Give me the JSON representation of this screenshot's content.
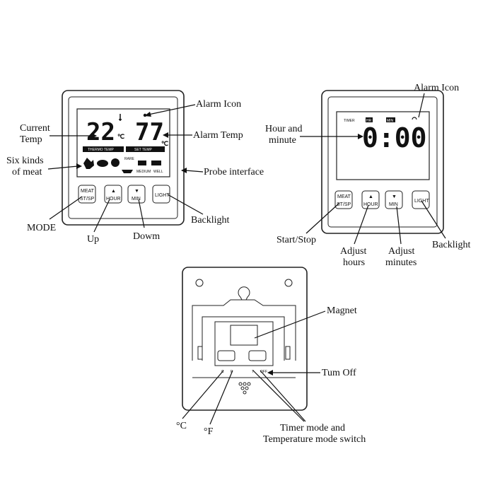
{
  "device1": {
    "lcd_current": "22",
    "lcd_alarm": "77",
    "unit": "℃",
    "bar_thermo": "THERMO TEMP",
    "bar_set": "SET TEMP",
    "small_marks": [
      "RARE",
      "MEDIUM",
      "WELL"
    ],
    "buttons": [
      {
        "top": "MEAT",
        "bottom": "ST/SP"
      },
      {
        "top": "▲",
        "bottom": "HOUR"
      },
      {
        "top": "▼",
        "bottom": "MIN"
      },
      {
        "top": "LIGHT",
        "bottom": ""
      }
    ],
    "labels": {
      "current_temp_1": "Current",
      "current_temp_2": "Temp",
      "alarm_icon": "Alarm  Icon",
      "alarm_temp": "Alarm Temp",
      "six_kinds_1": "Six kinds",
      "six_kinds_2": "of meat",
      "probe": "Probe interface",
      "mode": "MODE",
      "up": "Up",
      "down": "Dowm",
      "backlight": "Backlight"
    }
  },
  "device2": {
    "timer": "TIMER",
    "hr": "HR",
    "min": "MIN",
    "lcd_time": "0:00",
    "buttons": [
      {
        "top": "MEAT",
        "bottom": "ST/SP"
      },
      {
        "top": "▲",
        "bottom": "HOUR"
      },
      {
        "top": "▼",
        "bottom": "MIN"
      },
      {
        "top": "LIGHT",
        "bottom": ""
      }
    ],
    "labels": {
      "alarm_icon": "Alarm Icon",
      "hour_minute_1": "Hour and",
      "hour_minute_2": "minute",
      "start_stop": "Start/Stop",
      "adjust_hours_1": "Adjust",
      "adjust_hours_2": "hours",
      "adjust_minutes_1": "Adjust",
      "adjust_minutes_2": "minutes",
      "backlight": "Backlight"
    }
  },
  "device3": {
    "switch_marks": [
      "C",
      "F",
      "T",
      "OFF"
    ],
    "labels": {
      "magnet": "Magnet",
      "turn_off": "Tum Off",
      "celsius": "°C",
      "fahrenheit": "°F",
      "timer_mode_1": "Timer mode and",
      "timer_mode_2": "Temperature mode switch"
    }
  }
}
